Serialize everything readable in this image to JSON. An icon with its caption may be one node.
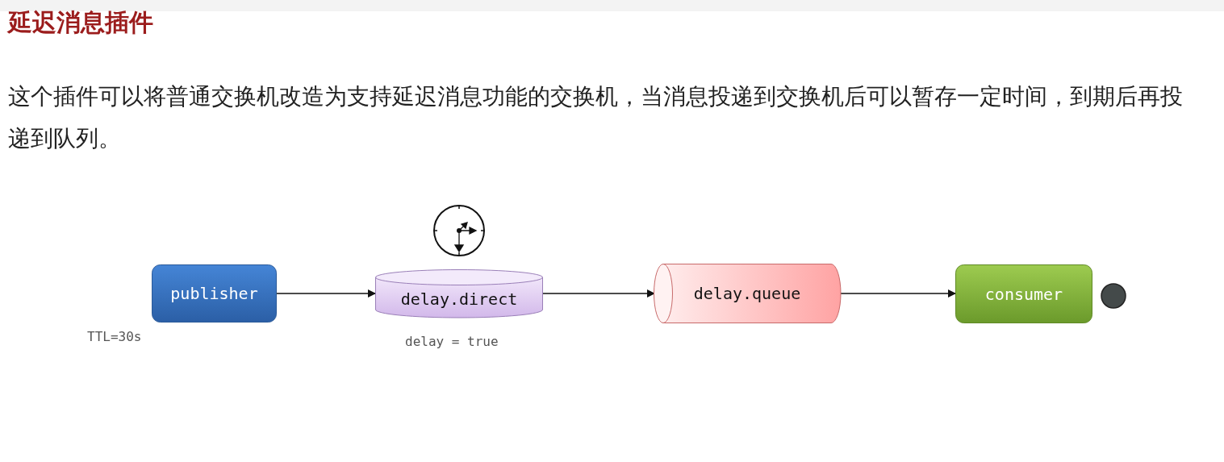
{
  "diagram": {
    "title": "延迟消息插件",
    "nodes": [
      {
        "text": [
          "publisher"
        ],
        "beside": [
          "TTL=30s"
        ]
      },
      {
        "text": [
          "delay.direct"
        ],
        "beside": [
          "delay = true"
        ]
      },
      {
        "text": [
          "delay.queue"
        ]
      },
      {
        "text": [
          "consumer"
        ]
      }
    ],
    "edges": [
      {
        "from": 0,
        "to": 1,
        "arrow": "to"
      },
      {
        "from": 1,
        "to": 2,
        "arrow": "to"
      },
      {
        "from": 2,
        "to": 3,
        "arrow": "to"
      }
    ],
    "labels": [
      "这个插件可以将普通交换机改造为支持延迟消息功能的交换机，当消息投递到交换机后可以暂存一定时间，到期后再投递到队列。"
    ]
  }
}
